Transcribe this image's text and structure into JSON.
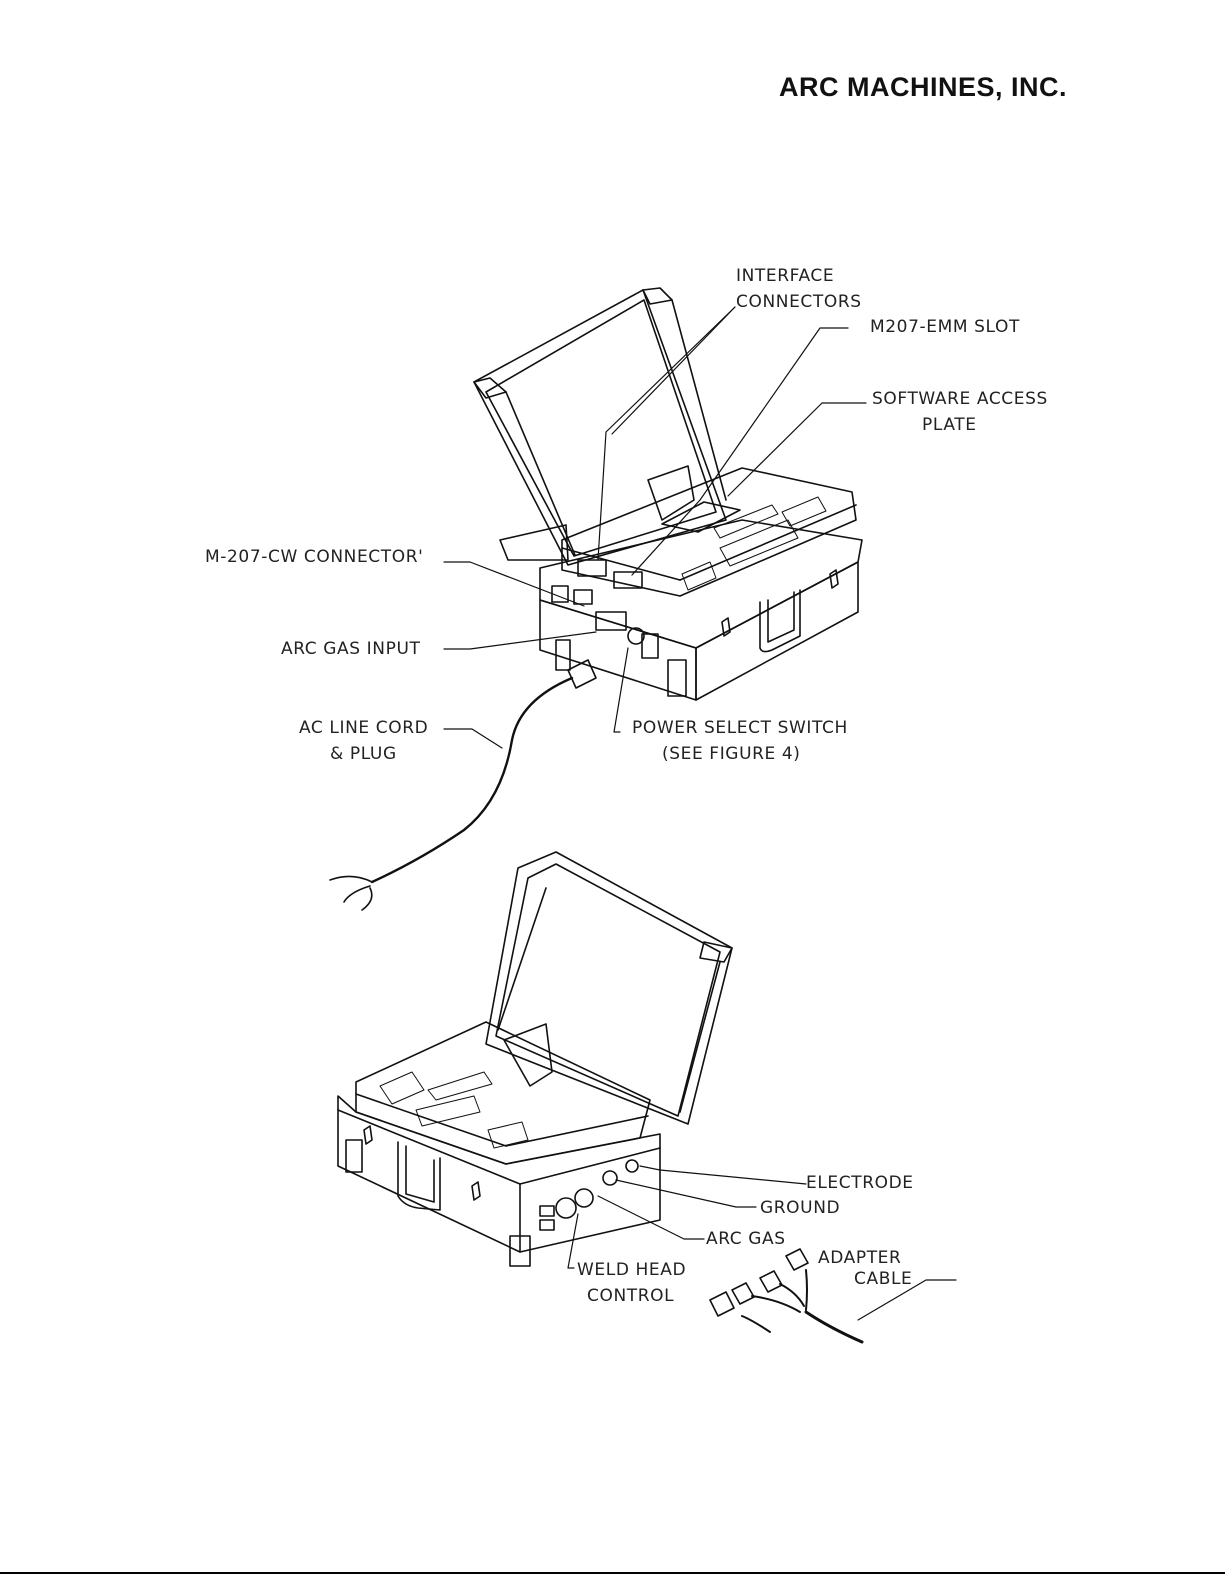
{
  "header": {
    "brand": "ARC MACHINES, INC."
  },
  "figure_top": {
    "labels": {
      "interface_connectors_1": "INTERFACE",
      "interface_connectors_2": "CONNECTORS",
      "emm_slot": "M207-EMM SLOT",
      "software_access_1": "SOFTWARE ACCESS",
      "software_access_2": "PLATE",
      "cw_connector": "M-207-CW CONNECTOR'",
      "arc_gas_input": "ARC GAS INPUT",
      "ac_line_1": "AC LINE CORD",
      "ac_line_2": "& PLUG",
      "power_select_1": "POWER SELECT SWITCH",
      "power_select_2": "(SEE FIGURE 4)"
    }
  },
  "figure_bottom": {
    "labels": {
      "electrode": "ELECTRODE",
      "ground": "GROUND",
      "arc_gas": "ARC GAS",
      "adapter_1": "ADAPTER",
      "adapter_2": "CABLE",
      "weld_head_1": "WELD HEAD",
      "weld_head_2": "CONTROL"
    }
  }
}
